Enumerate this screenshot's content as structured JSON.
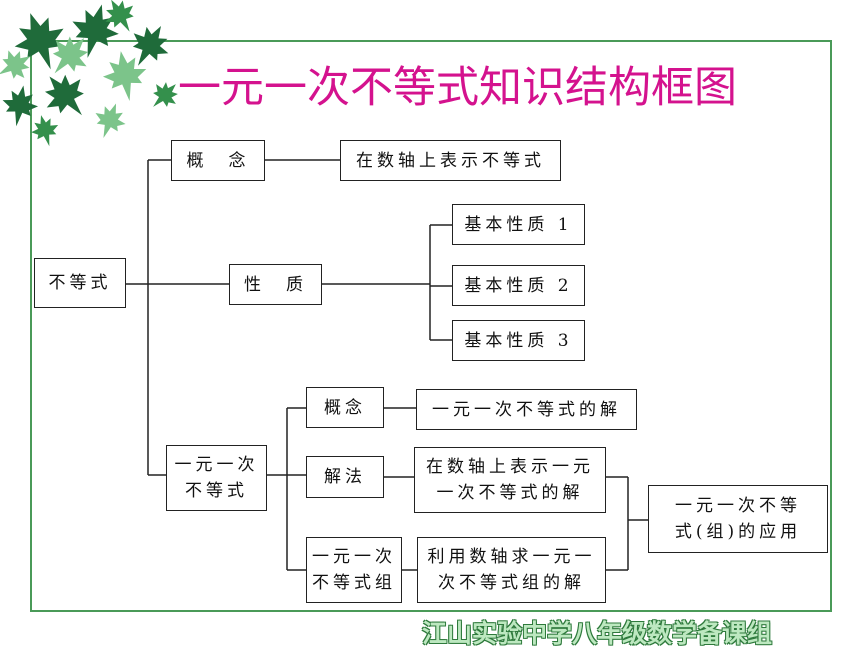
{
  "title": "一元一次不等式知识结构框图",
  "footer": "江山实验中学八年级数学备课组",
  "colors": {
    "title": "#d4128e",
    "frame": "#4a9a58",
    "leaf_dark": "#1f6b3a",
    "leaf_light": "#7cc48a"
  },
  "nodes": {
    "root": "不等式",
    "concept": "概　念",
    "concept_numberline": "在数轴上表示不等式",
    "property": "性　质",
    "property_1": "基本性质 1",
    "property_2": "基本性质 2",
    "property_3": "基本性质 3",
    "linear_line1": "一元一次",
    "linear_line2": "不等式",
    "sub_concept": "概念",
    "sub_concept_solution": "一元一次不等式的解",
    "solving": "解法",
    "solving_line1": "在数轴上表示一元",
    "solving_line2": "一次不等式的解",
    "system_line1": "一元一次",
    "system_line2": "不等式组",
    "system_solve_line1": "利用数轴求一元一",
    "system_solve_line2": "次不等式组的解",
    "application_line1": "一元一次不等",
    "application_line2": "式(组)的应用"
  }
}
